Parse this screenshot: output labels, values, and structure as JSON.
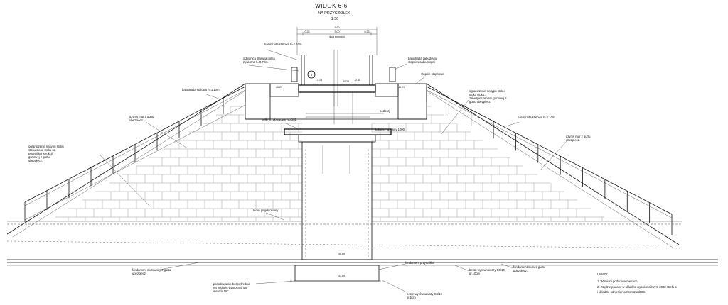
{
  "title": {
    "main": "WIDOK 6-6",
    "sub": "NA PRZYCZÓŁEK",
    "scale": "1:50"
  },
  "dimensions": {
    "top_total": "3.50",
    "top_left": "0.25",
    "top_mid": "3.00",
    "top_right": "0.25",
    "top_caption": "dług pomostu",
    "level_left": "40.29",
    "level_right": "40.29",
    "level_bottom_1": "40.89",
    "level_bottom_2": "41.89",
    "level_mid": "40.34",
    "offset_left": "2.15",
    "offset_right": "2.45"
  },
  "labels": {
    "balustrada_top": "balustrada stalowa h=1.10m",
    "odbojnica": "odbojnica stalowa dolna żywiczna h=0.70m",
    "balustrada_left": "balustrada stalowa h=1.10m",
    "gzyms_left": "gzyms mur z gurtu ubezpiecz.",
    "murek_left": "ograniczenie nasypu stoku stoku stoku stoku na pozycji konstrukcji gurtowej z gurtu ubezpiecz.",
    "belki": "belki przykrywowe typ 101",
    "kolnierz": "kołnierz sztywny 1000",
    "podporka": "podpory",
    "teren": "teren projektowany",
    "balustrada_right_top": "balustrada zabudowa stopniowa dla stopni",
    "stopnie": "stopnie stopnowe",
    "murek_right": "ograniczenie nasypu stoku stoku stoku z zabezpieczeniem gurtowej z gurtu ubezpiecz.",
    "balustrada_right": "balustrada stalowa h=1.10m",
    "gzyms_right": "gzyms mur z gurtu ubezpiecz.",
    "fundament_left": "fundament murowany z gurtu ubezpiecz.",
    "podsypka": "posadowienie bezpośrednie na podłożu wzmocnionym metodą MC",
    "fundament_przyczolka": "fundament przyczółka",
    "beton_1": "beton wyrównawczy C8/10 gr.10cm",
    "fundament_right": "fundament muru z gurtu ubezpiecz.",
    "beton_2": "beton wyrównawczy C8/10 gr.5cm",
    "marker": "A"
  },
  "notes": {
    "header": "UWAGI:",
    "items": [
      "1.   Wymiary podano w metrach.",
      "2.   Rzędne podano w układzie wysokościowym 2000 strefa 5",
      "      i układzie odniesienia Kronsztadt 86."
    ]
  }
}
